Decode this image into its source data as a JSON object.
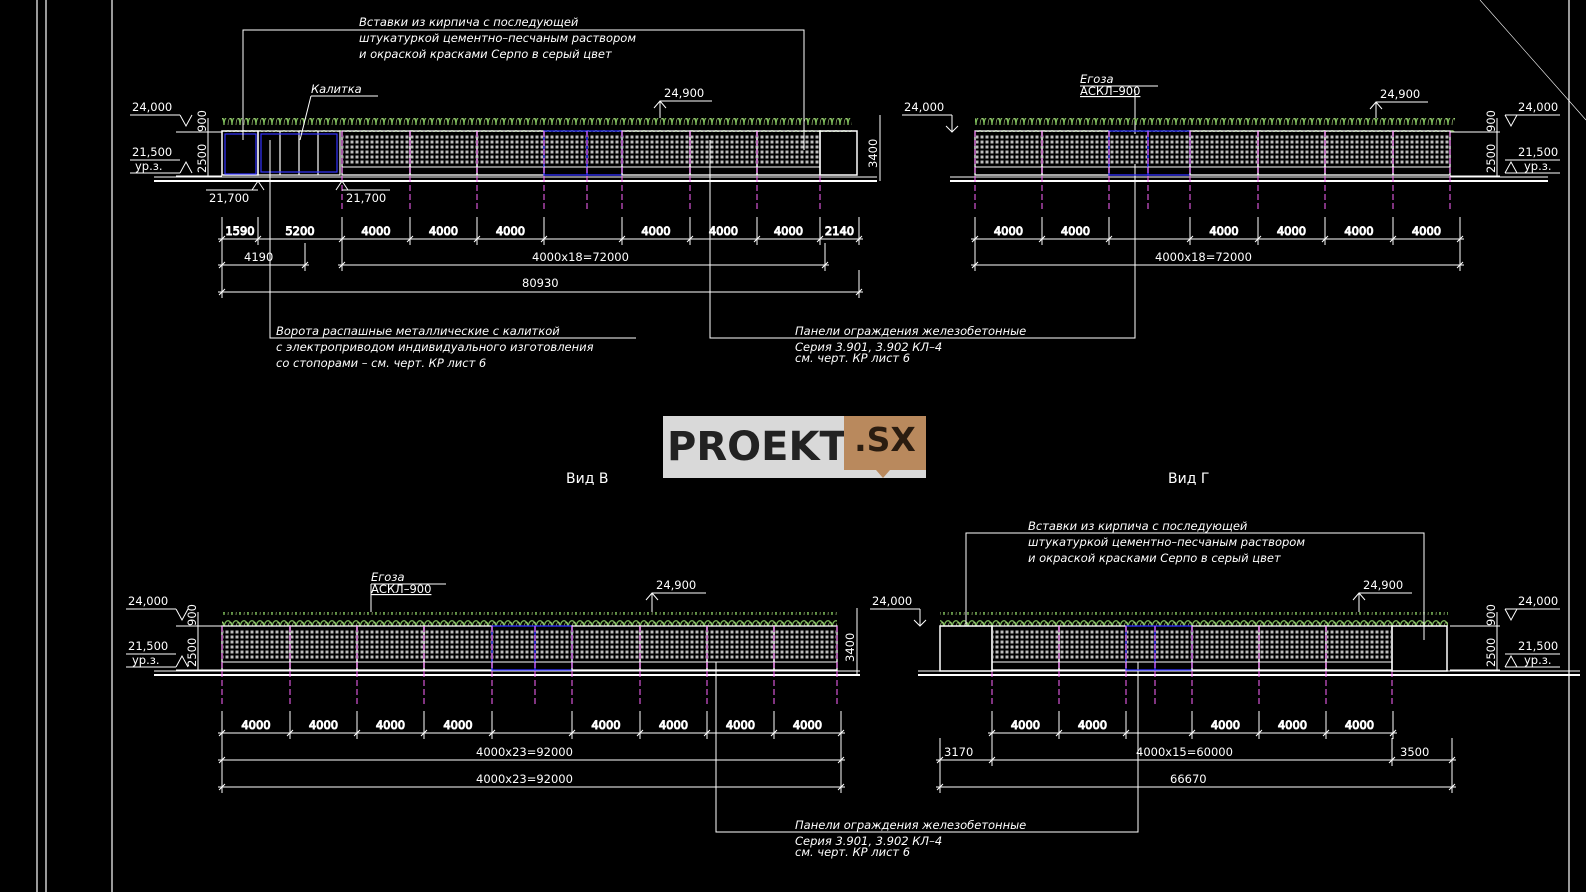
{
  "colors": {
    "background": "#000000",
    "line": "#ffffff",
    "rebar": "#ff66ff",
    "blue": "#3333ff",
    "wire": "#7dbb5a",
    "mesh": "#c8c8c8"
  },
  "watermark": {
    "left": "PROEKT",
    "right": ".SX"
  },
  "views": {
    "v": "Вид В",
    "g": "Вид Г"
  },
  "top_left": {
    "note_lines": [
      "Вставки из кирпича с последующей",
      "штукатуркой цементно–песчаным раствором",
      "и окраской красками Серпо в серый цвет"
    ],
    "kalitka": "Калитка",
    "level_top": "24,000",
    "level_bottom": "21,500",
    "ground": "ур.з.",
    "level_wire": "24,900",
    "h900": "900",
    "h2500": "2500",
    "h3400": "3400",
    "level_left": "21,700",
    "level_right": "21,700",
    "dims_row1": [
      "1590",
      "5200",
      "4000",
      "4000",
      "4000",
      "4000",
      "4000",
      "4000",
      "2140"
    ],
    "dim_4190": "4190",
    "dim_series": "4000x18=72000",
    "dim_total": "80930",
    "gate_lines": [
      "Ворота распашные металлические с калиткой",
      "с электроприводом индивидуального изготовления",
      "со стопорами – см. черт. КР лист 6"
    ],
    "panel_lines": [
      "Панели ограждения железобетонные",
      "Серия 3.901, 3.902  КЛ–4",
      "см. черт. КР лист 6"
    ]
  },
  "top_right": {
    "egoza": [
      "Егоза",
      "АСКЛ–900"
    ],
    "level_left": "24,000",
    "level_wire": "24,900",
    "level_top": "24,000",
    "level_bottom": "21,500",
    "ground": "ур.з.",
    "h900": "900",
    "h2500": "2500",
    "dims_row1": [
      "4000",
      "4000",
      "4000",
      "4000",
      "4000",
      "4000"
    ],
    "dim_series": "4000x18=72000"
  },
  "bottom_left": {
    "egoza": [
      "Егоза",
      "АСКЛ–900"
    ],
    "level_top": "24,000",
    "level_bottom": "21,500",
    "ground": "ур.з.",
    "level_wire": "24,900",
    "h900": "900",
    "h2500": "2500",
    "h3400": "3400",
    "dims_row1": [
      "4000",
      "4000",
      "4000",
      "4000",
      "4000",
      "4000",
      "4000",
      "4000"
    ],
    "dim_series": "4000x23=92000",
    "dim_total": "4000x23=92000"
  },
  "bottom_right": {
    "note_lines": [
      "Вставки из кирпича с последующей",
      "штукатуркой цементно–песчаным раствором",
      "и окраской красками Серпо в серый цвет"
    ],
    "level_left": "24,000",
    "level_wire": "24,900",
    "level_top": "24,000",
    "level_bottom": "21,500",
    "ground": "ур.з.",
    "h900": "900",
    "h2500": "2500",
    "dims_row1": [
      "4000",
      "4000",
      "4000",
      "4000",
      "4000"
    ],
    "dim_3170": "3170",
    "dim_series": "4000x15=60000",
    "dim_3500": "3500",
    "dim_total": "66670",
    "panel_lines": [
      "Панели ограждения железобетонные",
      "Серия 3.901, 3.902  КЛ–4",
      "см. черт. КР лист 6"
    ]
  }
}
